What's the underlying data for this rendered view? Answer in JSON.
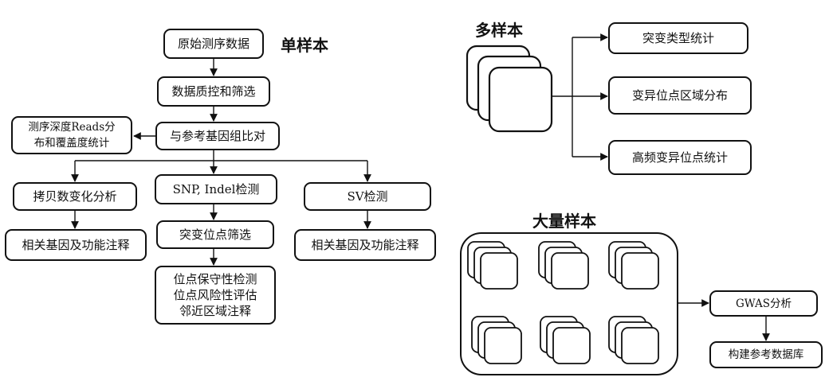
{
  "single_sample": {
    "heading": "单样本",
    "raw_data": "原始测序数据",
    "qc": "数据质控和筛选",
    "align": "与参考基因组比对",
    "depth_stats": "测序深度Reads分\n布和覆盖度统计",
    "cnv": "拷贝数变化分析",
    "cnv_annot": "相关基因及功能注释",
    "snp_indel": "SNP, Indel检测",
    "mutation_filter": "突变位点筛选",
    "site_analysis": "位点保守性检测\n位点风险性评估\n邻近区域注释",
    "sv": "SV检测",
    "sv_annot": "相关基因及功能注释"
  },
  "multi_sample": {
    "heading": "多样本",
    "mutation_type": "突变类型统计",
    "variant_region": "变异位点区域分布",
    "high_freq": "高频变异位点统计"
  },
  "large_sample": {
    "heading": "大量样本",
    "gwas": "GWAS分析",
    "ref_db": "构建参考数据库"
  },
  "colors": {
    "stroke": "#111111",
    "background": "#ffffff"
  }
}
